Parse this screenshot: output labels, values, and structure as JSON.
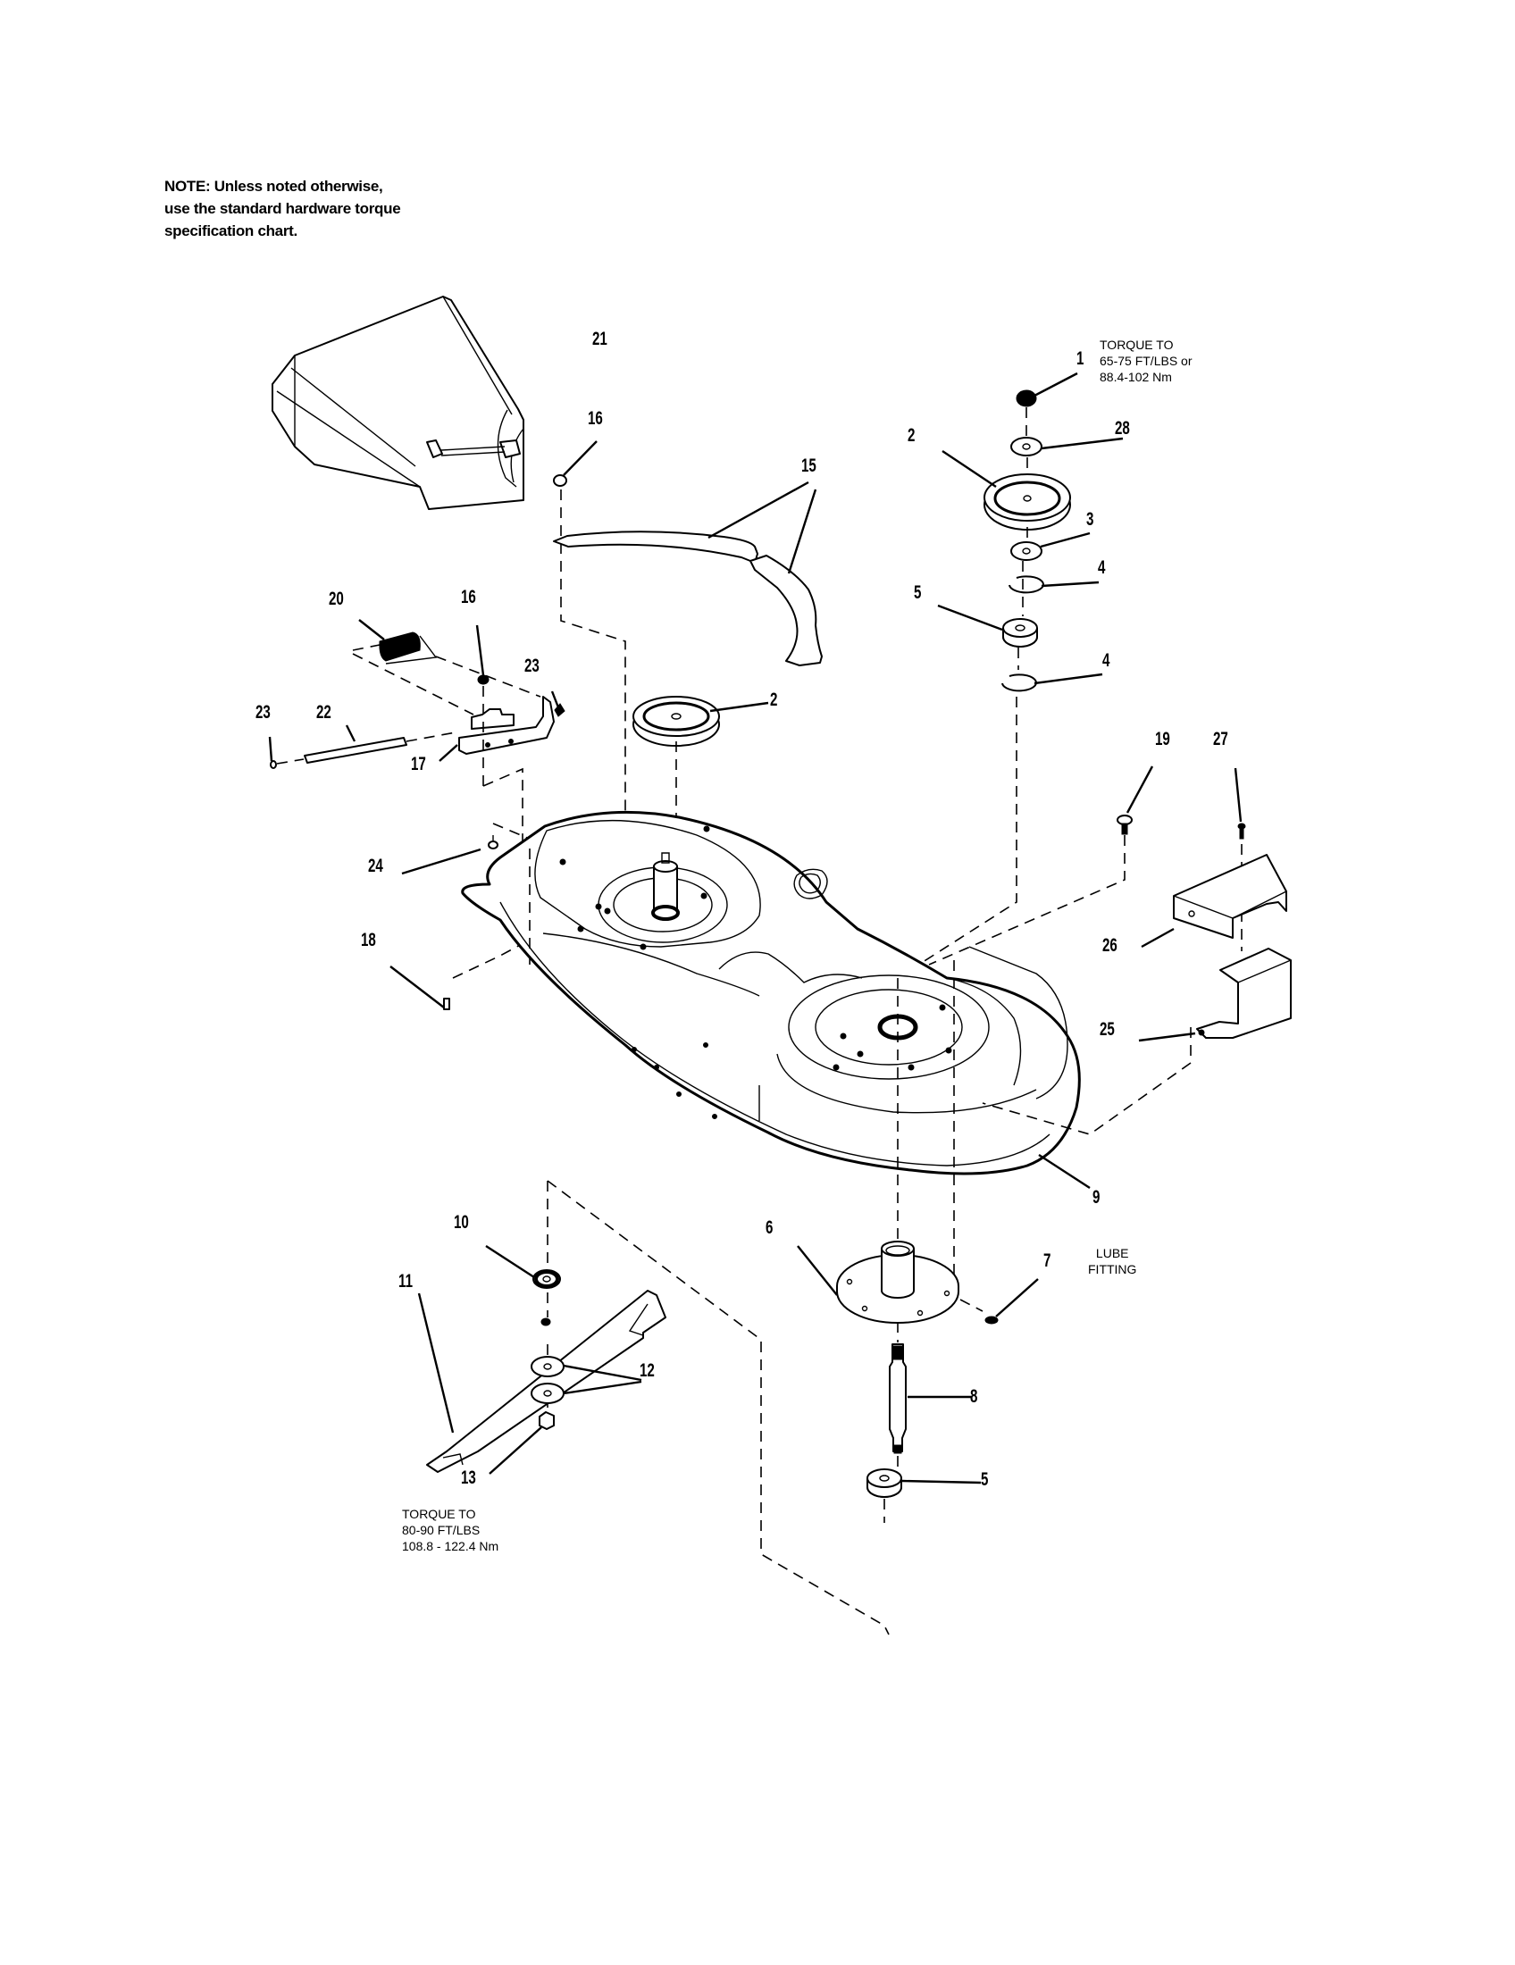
{
  "page": {
    "note_lines": [
      "NOTE: Unless noted otherwise,",
      "use the standard hardware torque",
      "specification chart."
    ]
  },
  "specs": {
    "top_torque": [
      "TORQUE TO",
      "65-75 FT/LBS or",
      "88.4-102 Nm"
    ],
    "bottom_torque": [
      "TORQUE TO",
      "80-90 FT/LBS",
      "108.8 - 122.4 Nm"
    ],
    "lube": [
      "LUBE",
      "FITTING"
    ]
  },
  "callouts": {
    "c21": "21",
    "c1": "1",
    "c28": "28",
    "c2_top": "2",
    "c16_top": "16",
    "c15": "15",
    "c3": "3",
    "c4_upper": "4",
    "c20": "20",
    "c16_mid": "16",
    "c5_top": "5",
    "c4_lower": "4",
    "c23_right": "23",
    "c2_mid": "2",
    "c23_left": "23",
    "c22": "22",
    "c17": "17",
    "c19": "19",
    "c27": "27",
    "c24": "24",
    "c18": "18",
    "c26": "26",
    "c25": "25",
    "c9": "9",
    "c10": "10",
    "c6": "6",
    "c7": "7",
    "c11": "11",
    "c8": "8",
    "c12": "12",
    "c13": "13",
    "c5_bottom": "5"
  }
}
